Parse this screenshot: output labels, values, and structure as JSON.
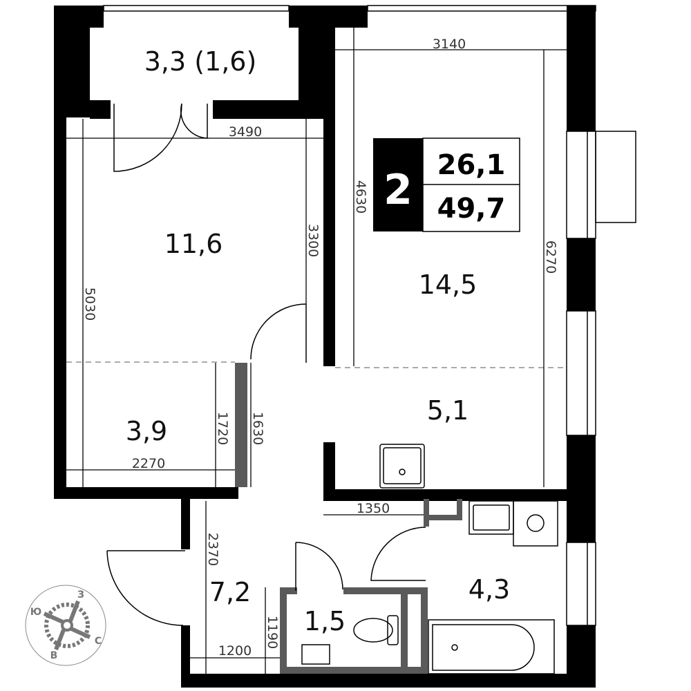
{
  "summary": {
    "rooms": "2",
    "living_area": "26,1",
    "total_area": "49,7"
  },
  "rooms": {
    "balcony": "3,3 (1,6)",
    "bedroom": "11,6",
    "living": "14,5",
    "hall_left": "3,9",
    "corridor": "5,1",
    "hallway": "7,2",
    "wc": "1,5",
    "bathroom": "4,3"
  },
  "dimensions": {
    "d3140": "3140",
    "d3490": "3490",
    "d4630": "4630",
    "d6270": "6270",
    "d3300": "3300",
    "d5030": "5030",
    "d1720": "1720",
    "d1630": "1630",
    "d2270": "2270",
    "d1350": "1350",
    "d2370": "2370",
    "d1190": "1190",
    "d1200": "1200"
  },
  "compass": {
    "west": "З",
    "south": "Ю",
    "north": "С",
    "east": "В"
  }
}
